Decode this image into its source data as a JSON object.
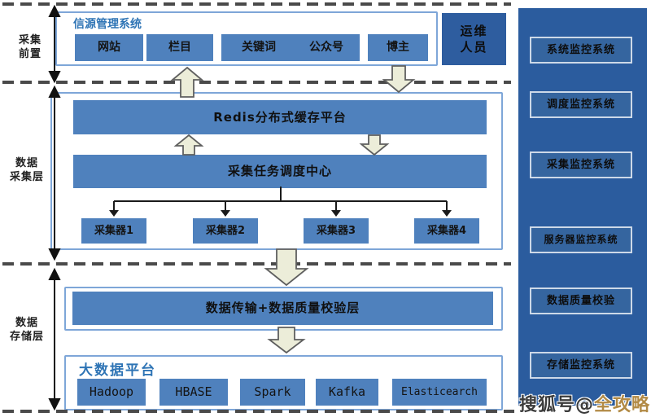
{
  "left_rail": {
    "front": {
      "line1": "采集",
      "line2": "前置"
    },
    "collect": {
      "line1": "数据",
      "line2": "采集层"
    },
    "store": {
      "line1": "数据",
      "line2": "存储层"
    }
  },
  "source_panel": {
    "title": "信源管理系统",
    "items": [
      "网站",
      "栏目",
      "关键词",
      "公众号",
      "博主"
    ]
  },
  "ops_box": {
    "line1": "运维",
    "line2": "人员"
  },
  "collection_panel": {
    "redis_bar": "Redis分布式缓存平台",
    "scheduler_bar": "采集任务调度中心",
    "collectors": [
      "采集器1",
      "采集器2",
      "采集器3",
      "采集器4"
    ]
  },
  "transfer_panel": {
    "bar": "数据传输+数据质量校验层"
  },
  "bigdata_panel": {
    "title": "大数据平台",
    "items": [
      "Hadoop",
      "HBASE",
      "Spark",
      "Kafka",
      "Elasticearch"
    ]
  },
  "monitor_panel": {
    "items": [
      "系统监控系统",
      "调度监控系统",
      "采集监控系统",
      "服务器监控系统",
      "数据质量校验",
      "存储监控系统"
    ]
  },
  "watermark": {
    "prefix": "搜狐号@",
    "name": "全攻略"
  },
  "colors": {
    "box_blue": "#4f81bd",
    "panel_dark_blue": "#2b5c9e",
    "panel_border_blue": "#7ea6d8",
    "header_text_blue": "#2e74b5",
    "arrow_fill": "#ecedd9",
    "dashed_line": "#4a4a4a",
    "watermark_gold": "#b28a45"
  }
}
